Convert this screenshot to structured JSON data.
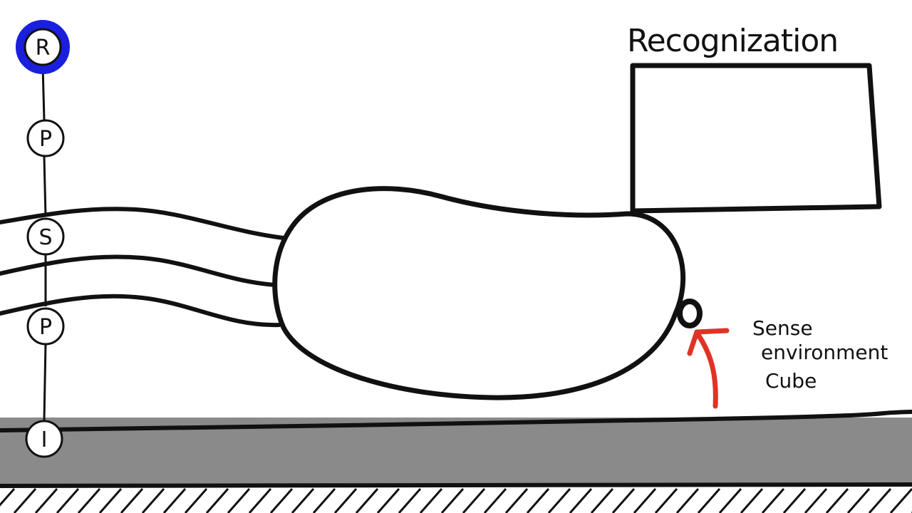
{
  "colors": {
    "ink": "#111111",
    "ground": "#8a8a8a",
    "arrow": "#e03325",
    "active_ring": "#1a1fdc",
    "paper": "#ffffff"
  },
  "timeline": {
    "nodes": [
      {
        "letter": "R",
        "active": true
      },
      {
        "letter": "P",
        "active": false
      },
      {
        "letter": "S",
        "active": false
      },
      {
        "letter": "P",
        "active": false
      },
      {
        "letter": "I",
        "active": false
      }
    ]
  },
  "recognition": {
    "title": "Recognization"
  },
  "sensor": {
    "label_lines": [
      "Sense",
      "environment",
      "Cube"
    ],
    "icon": "sensor-ring-icon",
    "arrow_icon": "red-arrow-up-icon"
  }
}
